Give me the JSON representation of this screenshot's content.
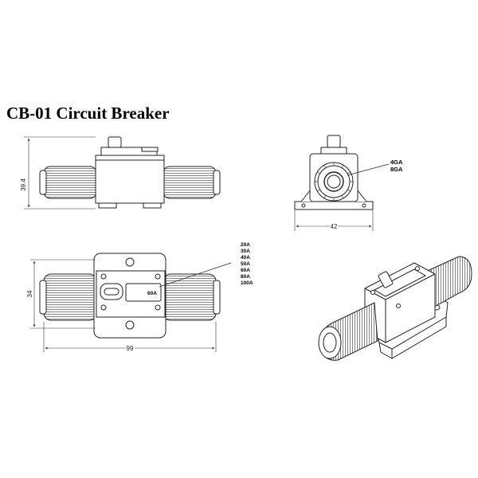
{
  "title": "CB-01 Circuit Breaker",
  "dimensions": {
    "front_height": "39.4",
    "side_width": "42",
    "top_height": "34",
    "top_length": "99"
  },
  "wire_gauges": [
    "4GA",
    "8GA"
  ],
  "current_center_label": "60A",
  "ratings": [
    "20A",
    "30A",
    "40A",
    "50A",
    "60A",
    "80A",
    "100A"
  ]
}
